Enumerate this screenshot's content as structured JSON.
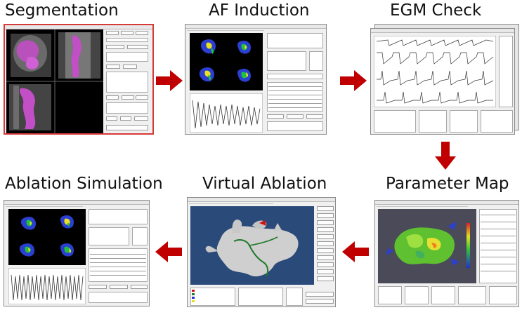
{
  "steps": [
    {
      "id": "segmentation",
      "title": "Segmentation"
    },
    {
      "id": "af-induction",
      "title": "AF Induction"
    },
    {
      "id": "egm-check",
      "title": "EGM Check"
    },
    {
      "id": "parameter-map",
      "title": "Parameter Map"
    },
    {
      "id": "virtual-ablation",
      "title": "Virtual Ablation"
    },
    {
      "id": "ablation-simulation",
      "title": "Ablation Simulation"
    }
  ],
  "flow": [
    "segmentation",
    "af-induction",
    "egm-check",
    "parameter-map",
    "virtual-ablation",
    "ablation-simulation"
  ],
  "colors": {
    "arrow": "#c00000",
    "segmentation_frame": "#d63a3a",
    "segmentation_overlay": "#c24fc6",
    "viewport_black": "#000000",
    "virtual_ablation_bg": "#2a4a7a",
    "parameter_map_bg": "#4a4a58",
    "mesh_gray": "#cfcfcf",
    "ablation_line": "#1f7a2a"
  }
}
